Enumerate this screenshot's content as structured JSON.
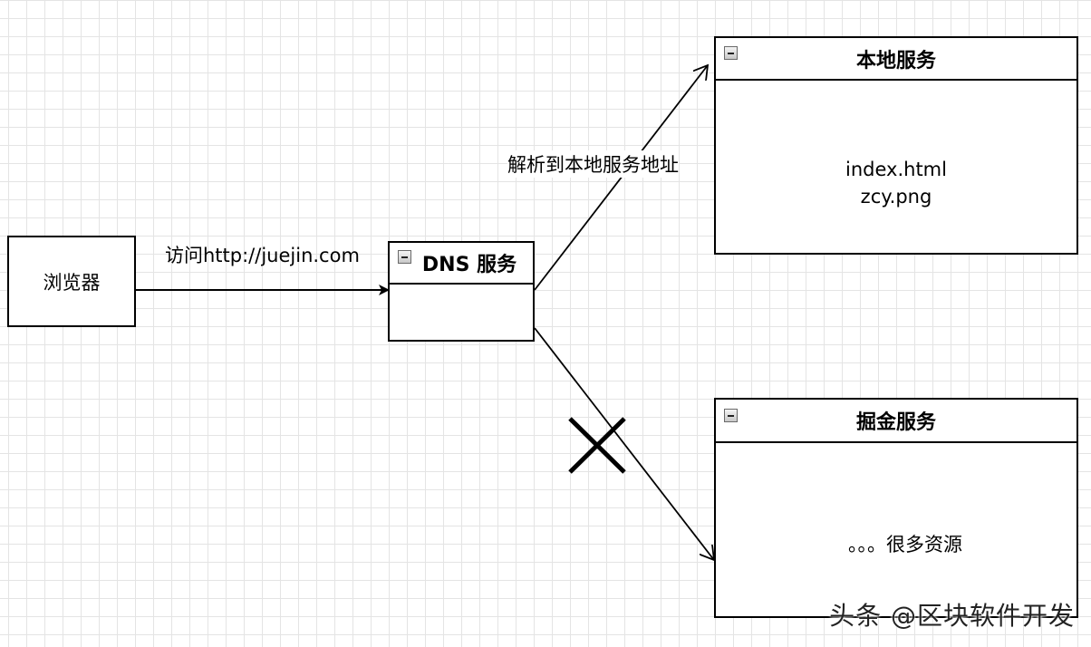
{
  "nodes": {
    "browser": {
      "label": "浏览器"
    },
    "dns": {
      "title": "DNS 服务"
    },
    "local": {
      "title": "本地服务",
      "files": [
        "index.html",
        "zcy.png"
      ]
    },
    "juejin": {
      "title": "掘金服务",
      "content": "。。。很多资源"
    }
  },
  "edges": {
    "request": {
      "label": "访问http://juejin.com"
    },
    "resolve": {
      "label": "解析到本地服务地址"
    }
  },
  "watermark": "头条 @区块软件开发",
  "colors": {
    "stroke": "#000000",
    "grid": "#e4e4e4",
    "background": "#ffffff"
  },
  "icons": {
    "blocked": "cross-mark-icon",
    "collapse": "minus-box-icon"
  }
}
